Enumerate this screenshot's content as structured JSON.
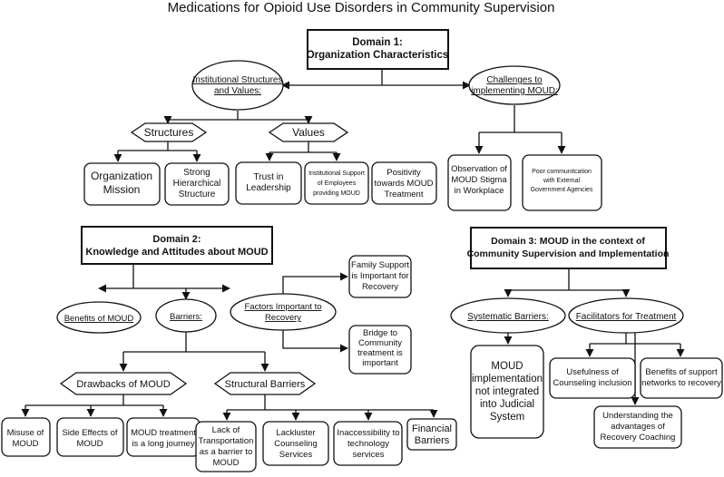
{
  "title": "Medications for Opioid Use Disorders in Community Supervision",
  "domain1": {
    "heading": [
      "Domain 1:",
      "Organization Characteristics"
    ],
    "institutional": [
      "Institutional Structures",
      "and Values:"
    ],
    "challenges": [
      "Challenges to",
      "implementing MOUD:"
    ],
    "structures": "Structures",
    "values": "Values",
    "org_mission": [
      "Organization",
      "Mission"
    ],
    "hierarchical": [
      "Strong",
      "Hierarchical",
      "Structure"
    ],
    "trust": [
      "Trust in",
      "Leadership"
    ],
    "inst_support": [
      "Institutional Support",
      "of Employees",
      "providing MOUD"
    ],
    "positivity": [
      "Positivity",
      "towards MOUD",
      "Treatment"
    ],
    "stigma": [
      "Observation of",
      "MOUD Stigma",
      "in Workplace"
    ],
    "poor_comm": [
      "Poor communitcation",
      "with External",
      "Government Agencies"
    ]
  },
  "domain2": {
    "heading": [
      "Domain 2:",
      "Knowledge and Attitudes about MOUD"
    ],
    "benefits": "Benefits of MOUD",
    "barriers": "Barriers:",
    "factors": [
      "Factors Important to",
      "Recovery"
    ],
    "family": [
      "Family Support",
      "is Important for",
      "Recovery"
    ],
    "bridge": [
      "Bridge to",
      "Community",
      "treatment is",
      "important"
    ],
    "drawbacks": "Drawbacks of MOUD",
    "structural": "Structural Barriers",
    "misuse": [
      "Misuse of",
      "MOUD"
    ],
    "side_effects": [
      "Side Effects of",
      "MOUD"
    ],
    "long_journey": [
      "MOUD treatment",
      "is a long journey"
    ],
    "transport": [
      "Lack of",
      "Transportation",
      "as a barrier to",
      "MOUD"
    ],
    "counseling": [
      "Lackluster",
      "Counseling",
      "Services"
    ],
    "technology": [
      "Inaccessibility to",
      "technology",
      "services"
    ],
    "financial": [
      "Financial",
      "Barriers"
    ]
  },
  "domain3": {
    "heading": [
      "Domain 3: MOUD in the context of",
      "Community Supervision and Implementation"
    ],
    "systematic": "Systematic Barriers:",
    "facilitators": "Facilitators for Treatment",
    "judicial": [
      "MOUD",
      "implementation",
      "not integrated",
      "into Judicial",
      "System"
    ],
    "usefulness": [
      "Usefulness of",
      "Counseling inclusion"
    ],
    "support_networks": [
      "Benefits of support",
      "networks to recovery"
    ],
    "coaching": [
      "Understanding the",
      "advantages of",
      "Recovery Coaching"
    ]
  }
}
